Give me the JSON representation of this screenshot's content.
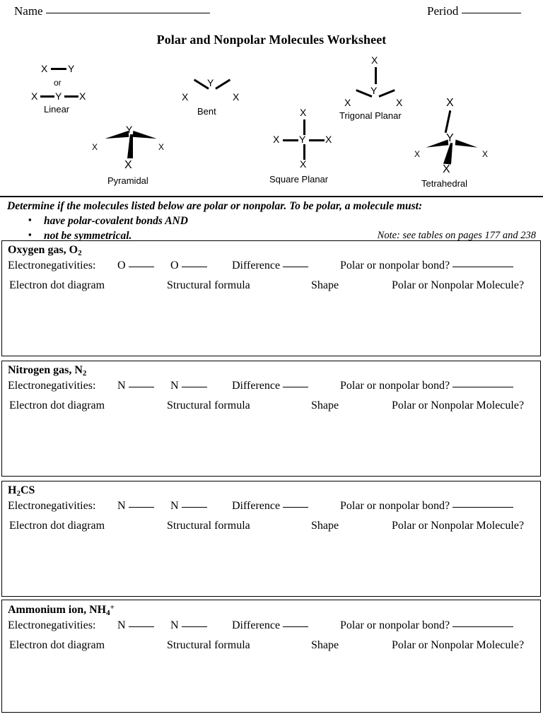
{
  "header": {
    "name_label": "Name",
    "period_label": "Period",
    "title": "Polar and Nonpolar Molecules Worksheet"
  },
  "shapes": {
    "atom_center": "Y",
    "atom_outer": "X",
    "or_text": "or",
    "linear_caption": "Linear",
    "bent_caption": "Bent",
    "trigonal_caption": "Trigonal Planar",
    "pyramidal_caption": "Pyramidal",
    "square_planar_caption": "Square Planar",
    "tetrahedral_caption": "Tetrahedral"
  },
  "instructions": {
    "lead": "Determine if the molecules listed below are polar or nonpolar. To be polar, a molecule must:",
    "bullets": [
      "have polar-covalent bonds AND",
      "not be symmetrical."
    ],
    "note": "Note: see tables on pages 177 and 238"
  },
  "row_labels": {
    "electronegativities": "Electronegativities:",
    "difference": "Difference",
    "bond_question": "Polar or nonpolar bond?",
    "electron_dot": "Electron dot diagram",
    "structural_formula": "Structural formula",
    "shape": "Shape",
    "molecule_question": "Polar or Nonpolar Molecule?"
  },
  "molecules": [
    {
      "name": "Oxygen gas, O",
      "sub": "2",
      "sup": "",
      "element1": "O",
      "element2": "O"
    },
    {
      "name": "Nitrogen gas, N",
      "sub": "2",
      "sup": "",
      "element1": "N",
      "element2": "N"
    },
    {
      "name_pre": "H",
      "name": "H",
      "sub": "2",
      "name_post": "CS",
      "sup": "",
      "element1": "N",
      "element2": "N"
    },
    {
      "name": "Ammonium ion, NH",
      "sub": "4",
      "sup": "+",
      "element1": "N",
      "element2": "N"
    }
  ]
}
